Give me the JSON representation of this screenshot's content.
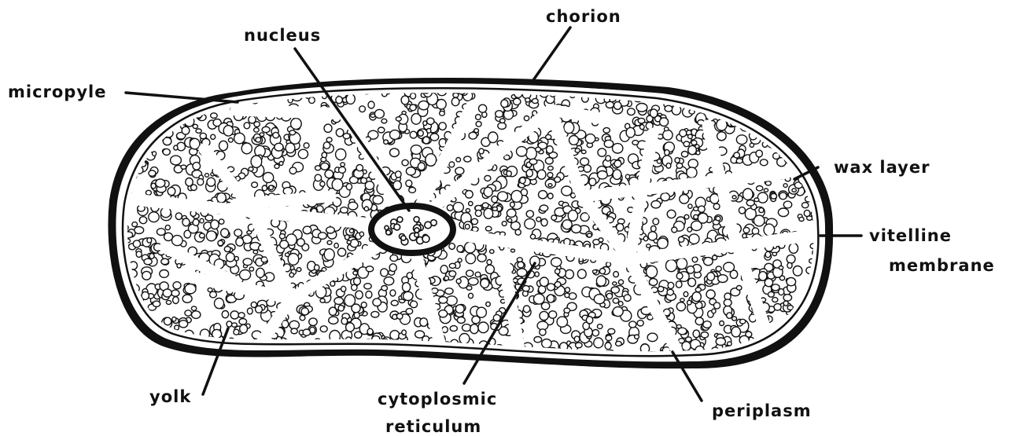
{
  "labels": {
    "chorion": "chorion",
    "nucleus": "nucleus",
    "micropyle": "micropyle",
    "wax_layer": "wax  layer",
    "vitelline_line1": "vitelline",
    "vitelline_line2": "membrane",
    "yolk": "yolk",
    "cytoplasmic_line1": "cytoplosmic",
    "cytoplasmic_line2": "reticulum",
    "periplasm": "periplasm"
  },
  "colors": {
    "ink": "#111111",
    "paper": "#ffffff"
  }
}
